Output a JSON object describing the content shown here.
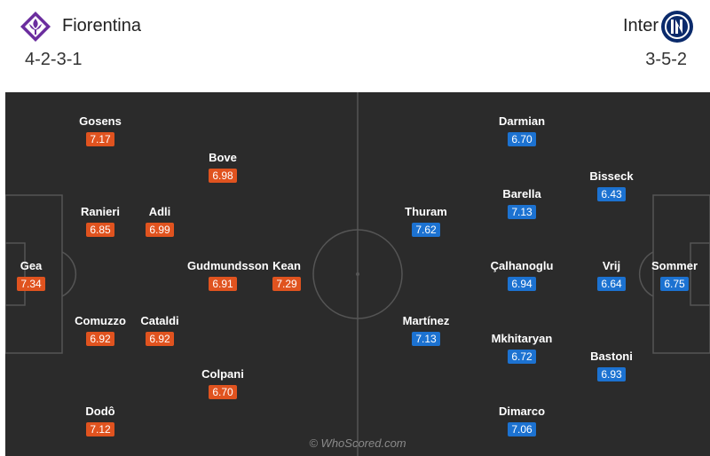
{
  "home_team": {
    "name": "Fiorentina",
    "formation": "4-2-3-1",
    "logo": "fiorentina-lily-crest"
  },
  "away_team": {
    "name": "Inter",
    "formation": "3-5-2",
    "logo": "inter-crest"
  },
  "watermark": "© WhoScored.com",
  "colors": {
    "home_rating": "#e0531f",
    "away_rating": "#1c72d1",
    "pitch": "#2b2b2b",
    "lines": "#555555"
  },
  "home_players": [
    {
      "name": "Gosens",
      "rating": "7.17"
    },
    {
      "name": "Bove",
      "rating": "6.98"
    },
    {
      "name": "Ranieri",
      "rating": "6.85"
    },
    {
      "name": "Adli",
      "rating": "6.99"
    },
    {
      "name": "Gea",
      "rating": "7.34"
    },
    {
      "name": "Gudmundsson",
      "rating": "6.91"
    },
    {
      "name": "Kean",
      "rating": "7.29"
    },
    {
      "name": "Comuzzo",
      "rating": "6.92"
    },
    {
      "name": "Cataldi",
      "rating": "6.92"
    },
    {
      "name": "Colpani",
      "rating": "6.70"
    },
    {
      "name": "Dodô",
      "rating": "7.12"
    }
  ],
  "away_players": [
    {
      "name": "Darmian",
      "rating": "6.70"
    },
    {
      "name": "Bisseck",
      "rating": "6.43"
    },
    {
      "name": "Thuram",
      "rating": "7.62"
    },
    {
      "name": "Barella",
      "rating": "7.13"
    },
    {
      "name": "Çalhanoglu",
      "rating": "6.94"
    },
    {
      "name": "Vrij",
      "rating": "6.64"
    },
    {
      "name": "Sommer",
      "rating": "6.75"
    },
    {
      "name": "Martínez",
      "rating": "7.13"
    },
    {
      "name": "Mkhitaryan",
      "rating": "6.72"
    },
    {
      "name": "Bastoni",
      "rating": "6.93"
    },
    {
      "name": "Dimarco",
      "rating": "7.06"
    }
  ]
}
